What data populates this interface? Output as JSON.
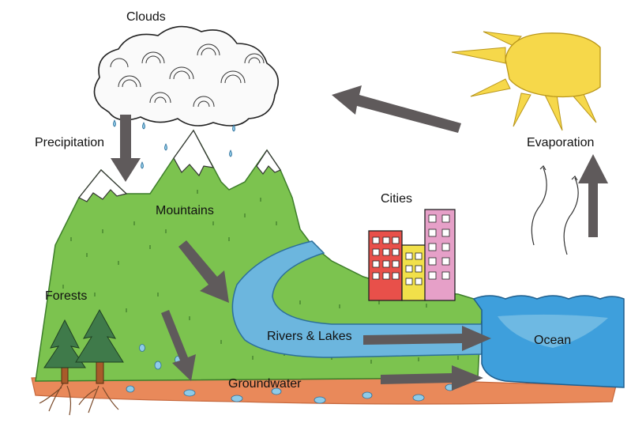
{
  "labels": {
    "clouds": "Clouds",
    "precipitation": "Precipitation",
    "mountains": "Mountains",
    "cities": "Cities",
    "evaporation": "Evaporation",
    "forests": "Forests",
    "rivers_lakes": "Rivers & Lakes",
    "ocean": "Ocean",
    "groundwater": "Groundwater"
  },
  "colors": {
    "mountain": "#7cc34f",
    "mountain_dark": "#5aa83a",
    "snow": "#ffffff",
    "river": "#6cb6de",
    "ocean": "#3e9fdc",
    "ocean_light": "#8fcbe8",
    "ground": "#e9895a",
    "arrow": "#5f5a5b",
    "sun": "#f6d84a",
    "cloud": "#fafafa",
    "tree": "#3f7a4a",
    "trunk": "#a85b2a"
  },
  "icons": {
    "sun": "sun-icon",
    "cloud": "cloud-icon",
    "buildings": "buildings-icon",
    "trees": "pine-tree-icon"
  }
}
